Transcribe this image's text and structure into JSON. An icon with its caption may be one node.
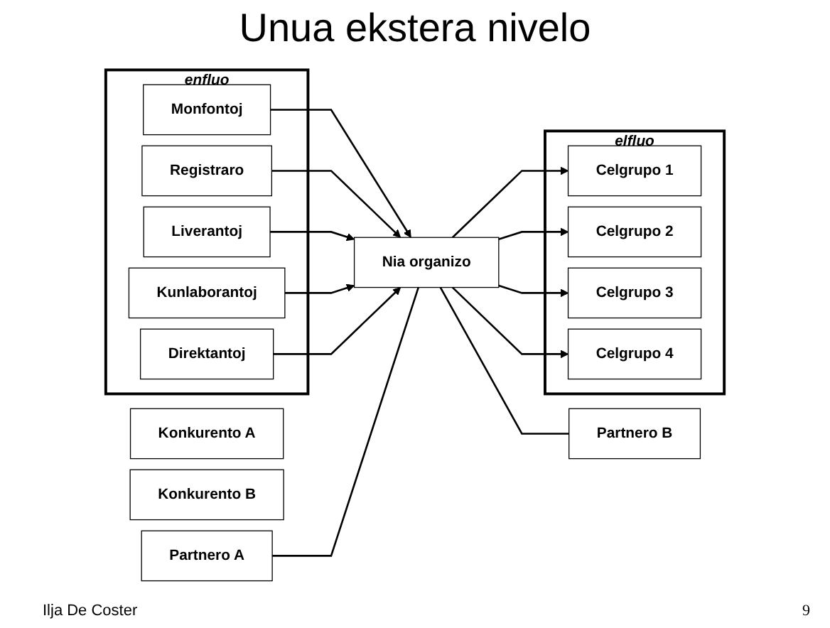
{
  "diagram": {
    "title": "Unua ekstera nivelo",
    "nodes": [
      {
        "text": [
          "enfluo"
        ]
      },
      {
        "text": [
          "Monfontoj"
        ],
        "in": 0
      },
      {
        "text": [
          "Registraro"
        ],
        "in": 0
      },
      {
        "text": [
          "Liverantoj"
        ],
        "in": 0
      },
      {
        "text": [
          "Kunlaborantoj"
        ],
        "in": 0
      },
      {
        "text": [
          "Direktantoj"
        ],
        "in": 0
      },
      {
        "text": [
          "Konkurento A"
        ]
      },
      {
        "text": [
          "Partnero A"
        ]
      },
      {
        "text": [
          "Nia organizo"
        ]
      },
      {
        "text": [
          "Partnero B"
        ]
      },
      {
        "text": [
          "Konkurento B"
        ]
      },
      {
        "text": [
          "elfluo"
        ]
      },
      {
        "text": [
          "Celgrupo 1"
        ],
        "in": 11
      },
      {
        "text": [
          "Celgrupo 2"
        ],
        "in": 11
      },
      {
        "text": [
          "Celgrupo 3"
        ],
        "in": 11
      },
      {
        "text": [
          "Celgrupo 4"
        ],
        "in": 11
      }
    ],
    "edges": [
      {
        "from": 1,
        "to": 8,
        "arrow": "to"
      },
      {
        "from": 2,
        "to": 8,
        "arrow": "to"
      },
      {
        "from": 3,
        "to": 8,
        "arrow": "to"
      },
      {
        "from": 4,
        "to": 8,
        "arrow": "to"
      },
      {
        "from": 5,
        "to": 8,
        "arrow": "to"
      },
      {
        "from": 7,
        "to": 8,
        "arrow": "none"
      },
      {
        "from": 8,
        "to": 9,
        "arrow": "none"
      },
      {
        "from": 8,
        "to": 12,
        "arrow": "to"
      },
      {
        "from": 8,
        "to": 13,
        "arrow": "to"
      },
      {
        "from": 8,
        "to": 14,
        "arrow": "to"
      },
      {
        "from": 8,
        "to": 15,
        "arrow": "to"
      }
    ],
    "labels": [
      "Ilja De Coster",
      "9"
    ]
  }
}
